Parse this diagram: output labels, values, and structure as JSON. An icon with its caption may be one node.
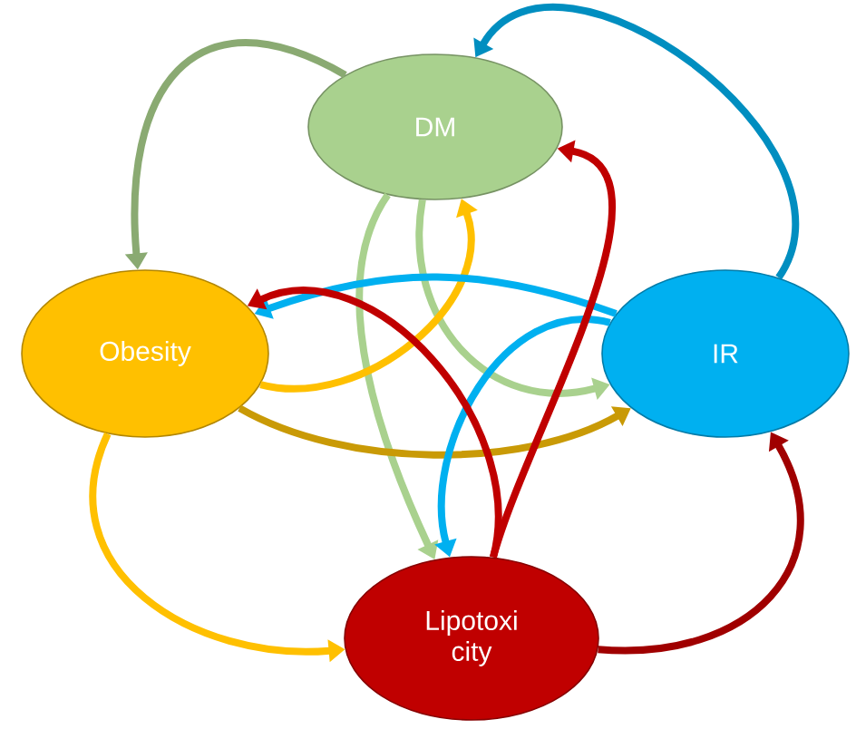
{
  "diagram": {
    "nodes": [
      {
        "text": [
          "DM"
        ]
      },
      {
        "text": [
          "Obesity"
        ]
      },
      {
        "text": [
          "IR"
        ]
      },
      {
        "text": [
          "Lipotoxi city"
        ]
      }
    ],
    "edges": [
      {
        "from": 0,
        "to": 1,
        "arrow": "to",
        "color": "#8aaa72"
      },
      {
        "from": 0,
        "to": 2,
        "arrow": "to",
        "color": "#a9d18e"
      },
      {
        "from": 0,
        "to": 3,
        "arrow": "to",
        "color": "#a9d18e"
      },
      {
        "from": 1,
        "to": 0,
        "arrow": "to",
        "color": "#ffc000"
      },
      {
        "from": 1,
        "to": 2,
        "arrow": "to",
        "color": "#c99a06"
      },
      {
        "from": 1,
        "to": 3,
        "arrow": "to",
        "color": "#ffc000"
      },
      {
        "from": 2,
        "to": 0,
        "arrow": "to",
        "color": "#008ec0"
      },
      {
        "from": 2,
        "to": 1,
        "arrow": "to",
        "color": "#00b0f0"
      },
      {
        "from": 2,
        "to": 3,
        "arrow": "to",
        "color": "#00b0f0"
      },
      {
        "from": 3,
        "to": 0,
        "arrow": "to",
        "color": "#c00000"
      },
      {
        "from": 3,
        "to": 1,
        "arrow": "to",
        "color": "#c00000"
      },
      {
        "from": 3,
        "to": 2,
        "arrow": "to",
        "color": "#a00000"
      }
    ]
  }
}
